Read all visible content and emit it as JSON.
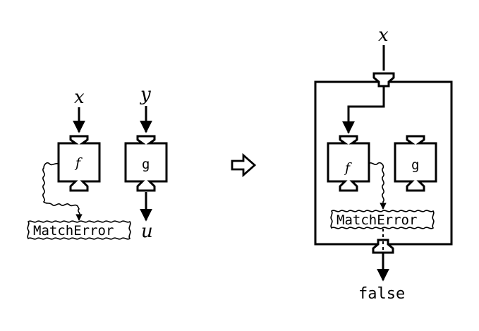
{
  "left": {
    "f_label": "f",
    "g_label": "g",
    "x_label": "x",
    "y_label": "y",
    "u_label": "u",
    "error_label": "MatchError"
  },
  "right": {
    "x_label": "x",
    "f_label": "f",
    "g_label": "g",
    "error_label": "MatchError",
    "result_label": "false"
  }
}
